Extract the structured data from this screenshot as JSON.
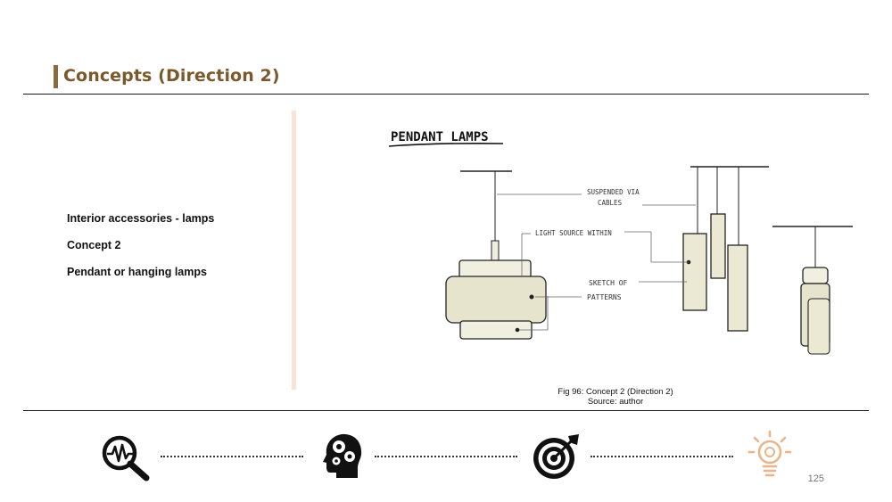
{
  "header": {
    "title": "Concepts (Direction 2)"
  },
  "sidebar": {
    "items": [
      "Interior accessories - lamps",
      "Concept 2",
      "Pendant or hanging lamps"
    ]
  },
  "sketch": {
    "heading": "PENDANT LAMPS",
    "annotations": {
      "suspended": "SUSPENDED VIA",
      "cables": "CABLES",
      "light_source": "LIGHT SOURCE WITHIN",
      "sketch_of": "SKETCH OF",
      "patterns": "PATTERNS"
    }
  },
  "figure": {
    "caption": "Fig 96: Concept 2 (Direction 2)",
    "source": "Source: author"
  },
  "footer": {
    "icons": [
      "magnifier-analysis-icon",
      "head-gears-icon",
      "target-icon",
      "lightbulb-icon"
    ],
    "page_number": "125"
  },
  "colors": {
    "title": "#7a5a2c",
    "title_bar": "#8a6a3e",
    "divider": "#f6e4da",
    "lightbulb": "#e9b48a"
  }
}
